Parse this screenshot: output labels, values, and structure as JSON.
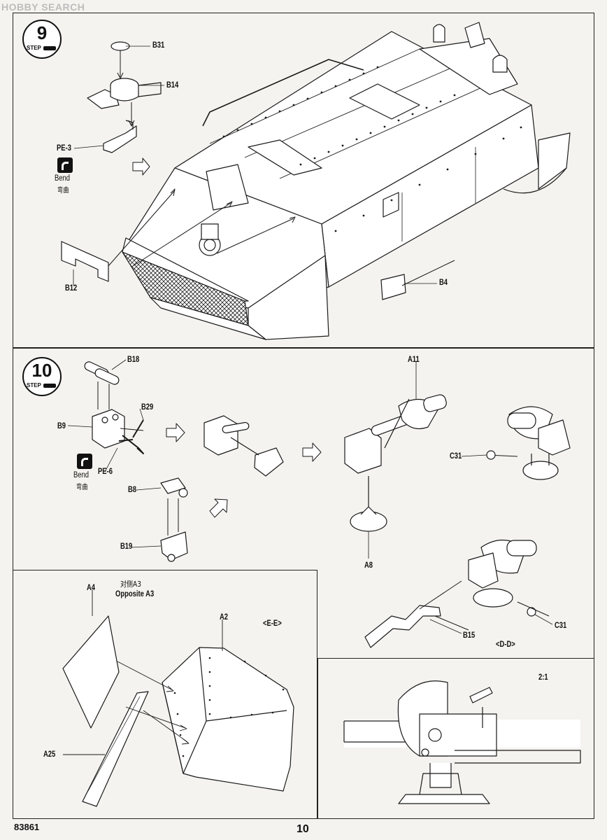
{
  "watermark": "HOBBY SEARCH",
  "steps": [
    {
      "number": "9",
      "word": "STEP"
    },
    {
      "number": "10",
      "word": "STEP"
    }
  ],
  "bend": {
    "en": "Bend",
    "zh": "弯曲"
  },
  "step9_labels": {
    "b31": "B31",
    "b14": "B14",
    "pe3": "PE-3",
    "b12": "B12",
    "b4": "B4"
  },
  "step10_labels": {
    "b18": "B18",
    "b29": "B29",
    "b9": "B9",
    "pe6": "PE-6",
    "b8": "B8",
    "b19": "B19",
    "a11": "A11",
    "c31_top": "C31",
    "a8": "A8",
    "b15": "B15",
    "c31_bottom": "C31",
    "view_dd": "<D-D>"
  },
  "ee_panel": {
    "a4": "A4",
    "opposite_zh": "对侧A3",
    "opposite_en": "Opposite  A3",
    "a2": "A2",
    "view_ee": "<E-E>",
    "a25": "A25"
  },
  "detail_panel": {
    "scale": "2:1"
  },
  "footer": {
    "code": "83861",
    "page": "10"
  }
}
